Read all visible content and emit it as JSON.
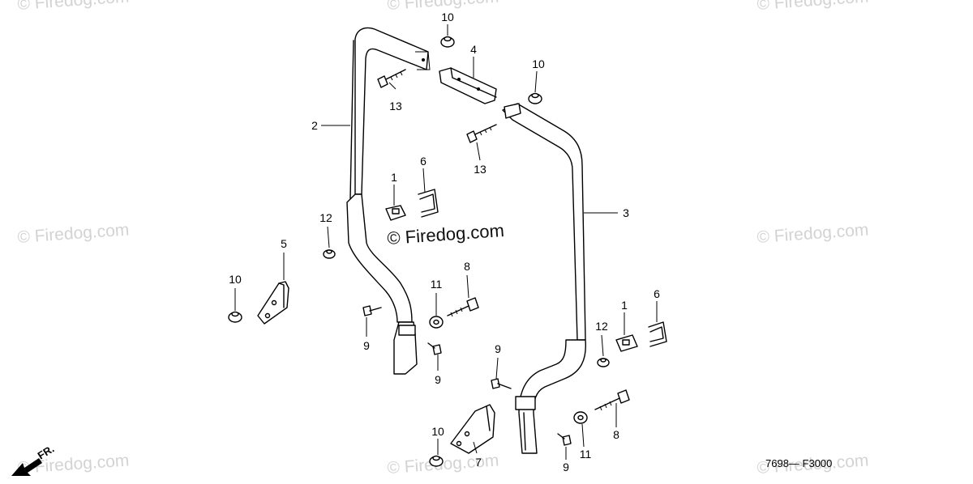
{
  "watermarks": [
    "© Firedog.com",
    "© Firedog.com",
    "© Firedog.com",
    "© Firedog.com",
    "© Firedog.com",
    "© Firedog.com",
    "© Firedog.com",
    "© Firedog.com",
    "© Firedog.com"
  ],
  "center_watermark": "© Firedog.com",
  "diagram_code": "7698— F3000",
  "direction_label": "FR.",
  "callouts": [
    "10",
    "4",
    "10",
    "13",
    "2",
    "13",
    "6",
    "1",
    "3",
    "12",
    "5",
    "10",
    "8",
    "11",
    "9",
    "9",
    "12",
    "1",
    "6",
    "9",
    "8",
    "10",
    "7",
    "11",
    "9"
  ]
}
